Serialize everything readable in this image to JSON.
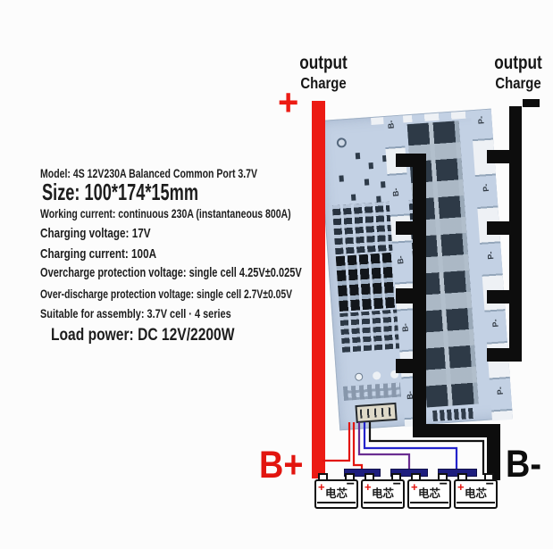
{
  "colors": {
    "background": "#fcfcfc",
    "accent_red": "#ec1b14",
    "bus_black": "#0d0d0d",
    "pcb_blue": "#c3d1e4",
    "junction_navy": "#1e1e7e",
    "wire_purple": "#6a2d91",
    "wire_blue": "#2323cc"
  },
  "top_labels": {
    "left": {
      "output": "output",
      "charge": "Charge",
      "polarity": "+"
    },
    "right": {
      "output": "output",
      "charge": "Charge",
      "polarity": "-"
    }
  },
  "specs": {
    "model": "Model: 4S 12V230A Balanced Common Port 3.7V",
    "size": "Size: 100*174*15mm",
    "working_current": "Working current: continuous 230A (instantaneous 800A)",
    "charging_voltage": "Charging voltage: 17V",
    "charging_current": "Charging current: 100A",
    "overcharge_protection": "Overcharge protection voltage: single cell 4.25V±0.025V",
    "overdischarge_protection": "Over-discharge protection voltage: single cell 2.7V±0.05V",
    "suitable_assembly": "Suitable for assembly: 3.7V cell · 4 series",
    "load_power": "Load power: DC 12V/2200W"
  },
  "terminals": {
    "battery_plus": "B+",
    "battery_minus": "B-"
  },
  "board": {
    "left_pads_label": "B-",
    "right_pads_label": "P-"
  },
  "battery": {
    "label": "电芯",
    "plus": "+",
    "minus": "−"
  }
}
